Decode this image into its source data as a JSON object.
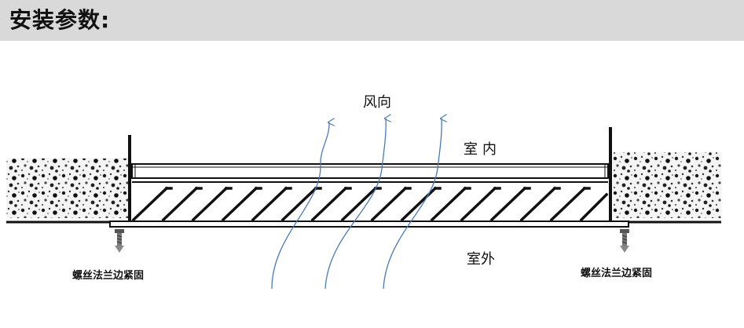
{
  "header": {
    "title": "安装参数:"
  },
  "diagram": {
    "wind_direction_label": "风向",
    "indoor_label": "室内",
    "outdoor_label": "室外",
    "screw_label_left": "螺丝法兰边紧固",
    "screw_label_right": "螺丝法兰边紧固"
  },
  "colors": {
    "header_bg": "#d9d9d9",
    "line": "#111111",
    "arrow": "#4a7ab5"
  }
}
